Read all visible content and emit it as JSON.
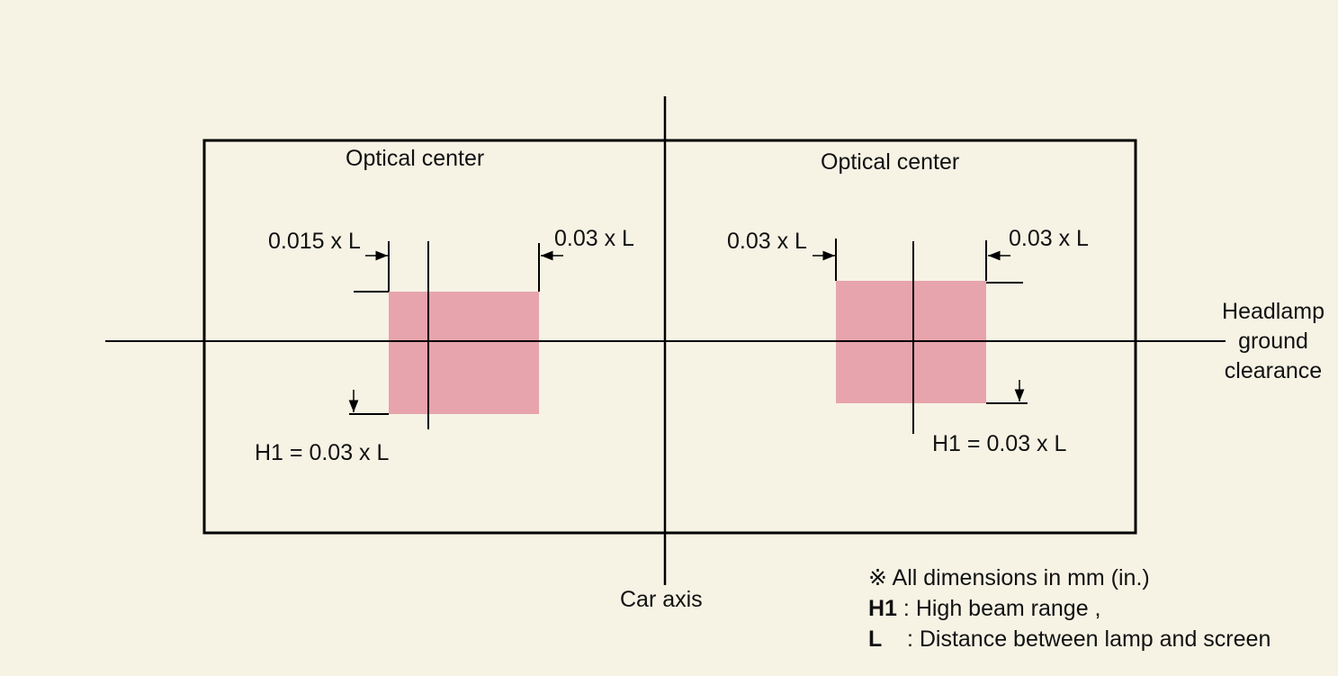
{
  "labels": {
    "optical_center_left": "Optical center",
    "optical_center_right": "Optical center",
    "left_offset": "0.015 x L",
    "left_right_offset": "0.03 x L",
    "right_left_offset": "0.03 x L",
    "right_right_offset": "0.03 x L",
    "h1_left": "H1 = 0.03 x L",
    "h1_right": "H1 = 0.03 x L",
    "headlamp_line1": "Headlamp",
    "headlamp_line2": "ground",
    "headlamp_line3": "clearance",
    "car_axis": "Car axis"
  },
  "notes": {
    "symbol": "※",
    "dimensions": "All dimensions in mm (in.)",
    "h1_key": "H1",
    "h1_desc": ": High beam range ,",
    "l_key": "L",
    "l_desc": ": Distance between lamp and screen"
  },
  "colors": {
    "background": "#f6f3e5",
    "zone_fill": "#e7a4ac",
    "line": "#000000"
  }
}
